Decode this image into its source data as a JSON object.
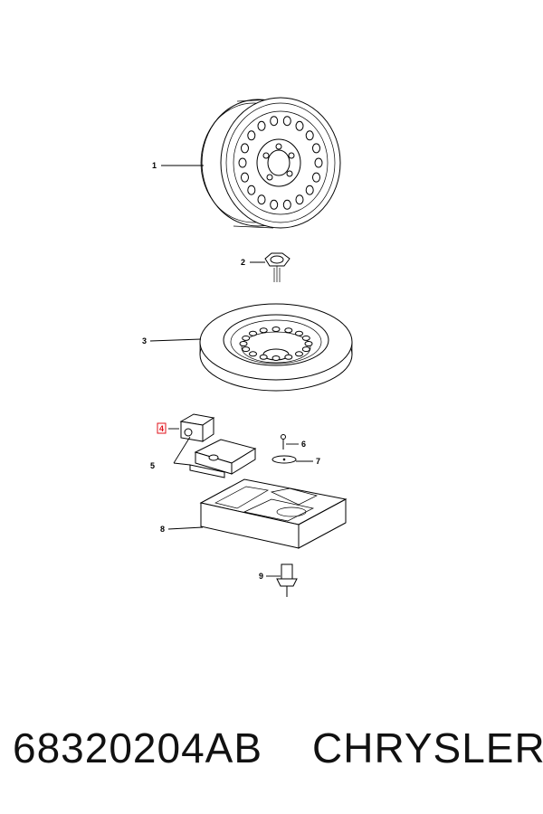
{
  "callouts": {
    "c1": "1",
    "c2": "2",
    "c3": "3",
    "c4": "4",
    "c5": "5",
    "c6": "6",
    "c7": "7",
    "c8": "8",
    "c9": "9"
  },
  "highlight_color": "#e0101a",
  "footer": {
    "part_number": "68320204AB",
    "brand": "CHRYSLER"
  }
}
